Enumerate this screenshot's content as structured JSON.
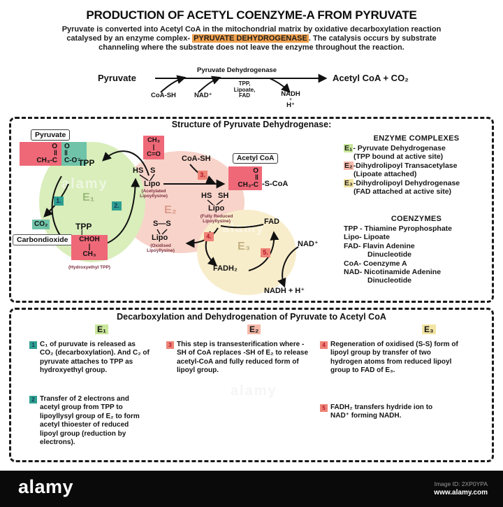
{
  "header": {
    "title": "PRODUCTION OF ACETYL COENZYME-A FROM PYRUVATE",
    "line1": "Pyruvate is converted into Acetyl CoA in the mitochondrial matrix by oxidative decarboxylation reaction",
    "line2_pre": "catalysed by an enzyme complex- ",
    "line2_highlight": "PYRUVATE DEHYDROGENASE",
    "line2_post": ". The catalysis occurs by substrate",
    "line3": "channeling where the substrate does not leave the enzyme throughout the reaction.",
    "highlight_color": "#f0a14e"
  },
  "reaction": {
    "substrate": "Pyruvate",
    "enzyme": "Pyruvate Dehydrogenase",
    "input1": "CoA-SH",
    "input2": "NAD⁺",
    "cofactor1": "TPP,",
    "cofactor2": "Lipoate,",
    "cofactor3": "FAD",
    "output1": "NADH",
    "output_plus": "+",
    "output2": "H⁺",
    "product": "Acetyl CoA + CO₂"
  },
  "structure": {
    "title": "Structure of Pyruvate Dehydrogenase:",
    "pyruvate_label": "Pyruvate",
    "pyr_o1": "O",
    "pyr_b1": "‖",
    "pyr_g1": "CH₃-C",
    "pyr_o2": "O",
    "pyr_b2": "‖",
    "pyr_g2": "C-O⁻",
    "tpp_top": "TPP",
    "e1": "E₁",
    "e2": "E₂",
    "e3": "E₃",
    "badge1": "1.",
    "badge2": "2.",
    "badge3": "3.",
    "badge4": "4.",
    "badge5": "5.",
    "co2": "CO₂",
    "carbondioxide": "Carbondioxide",
    "he_tpp": "TPP",
    "he_bond": "|",
    "he_choh": "CHOH",
    "he_ch3": "CH₃",
    "he_caption": "(Hydroxyethyl TPP)",
    "al_ch3": "CH₃",
    "al_bond": "|",
    "al_co": "C=O",
    "al_hs": "HS",
    "al_s": "S",
    "al_lipo": "Lipo",
    "al_cap1": "(Acetylated",
    "al_cap2": "Lipoyllysine)",
    "coash": "CoA-SH",
    "acetylcoa_label": "Acetyl CoA",
    "ac_o": "O",
    "ac_bond": "‖",
    "ac_g": "CH₃-C",
    "ac_tail": "-S-CoA",
    "rl_hs": "HS",
    "rl_sh": "SH",
    "rl_lipo": "Lipo",
    "rl_cap1": "(Fully Reduced",
    "rl_cap2": "Lipoyllysine)",
    "ol_ss": "S—S",
    "ol_lipo": "Lipo",
    "ol_cap1": "(Oxidised",
    "ol_cap2": "Lipoyllysine)",
    "fad": "FAD",
    "fadh2": "FADH₂",
    "nad": "NAD⁺",
    "nadh": "NADH + H⁺"
  },
  "enzyme_legend": {
    "title": "ENZYME COMPLEXES",
    "items": [
      {
        "e": "E₁",
        "name": "- Pyruvate Dehydrogenase",
        "sub": "(TPP bound at active site)",
        "color": "#c9e79b"
      },
      {
        "e": "E₂",
        "name": "-Dihydrolipoyl Transacetylase",
        "sub": "(Lipoate attached)",
        "color": "#f6b9a9"
      },
      {
        "e": "E₃",
        "name": "-Dihydrolipoyl Dehydrogenase",
        "sub": "(FAD attached at active site)",
        "color": "#f3e4a4"
      }
    ]
  },
  "coenzyme_legend": {
    "title": "COENZYMES",
    "items": [
      {
        "l1": "TPP - Thiamine Pyrophosphate"
      },
      {
        "l1": "Lipo- Lipoate"
      },
      {
        "l1": "FAD- Flavin Adenine",
        "l2": "Dinucleotide"
      },
      {
        "l1": "CoA- Coenzyme A"
      },
      {
        "l1": "NAD- Nicotinamide Adenine",
        "l2": "Dinucleotide"
      }
    ]
  },
  "bottom": {
    "title": "Decarboxylation and Dehydrogenation of Pyruvate to Acetyl CoA",
    "col1": "E₁",
    "col2": "E₂",
    "col3": "E₃",
    "steps": [
      {
        "n": "1",
        "text": "C₁ of puruvate is released as CO₂ (decarboxylation). And C₂ of pyruvate attaches to TPP as hydroxyethyl group."
      },
      {
        "n": "2",
        "text": "Transfer of 2 electrons and acetyl group from TPP to lipoyllysyl group of E₂ to form acetyl thioester of reduced lipoyl group (reduction by electrons)."
      },
      {
        "n": "3",
        "text": "This step is transesterification where -SH of CoA replaces -SH of E₂ to release acetyl-CoA and fully reduced form of lipoyl group."
      },
      {
        "n": "4",
        "text": "Regeneration of oxidised (S-S) form of lipoyl group by transfer of two hydrogen atoms from reduced lipoyl group to FAD of E₃."
      },
      {
        "n": "5",
        "text": "FADH₂ transfers hydride ion to NAD⁺ forming NADH."
      }
    ]
  },
  "footer": {
    "logo": "alamy",
    "image_id": "Image ID: 2XP0YPA",
    "url": "www.alamy.com"
  },
  "watermark": "alamy",
  "colors": {
    "highlight": "#f0a14e",
    "pink_box": "#ef6878",
    "teal_box": "#6fc3a9",
    "badge_teal": "#2e9f90",
    "badge_teal_text": "#123a5c",
    "badge_red": "#ee8376",
    "badge_red_text": "#b5172a",
    "e1_fill": "#d9eebb",
    "e2_fill": "#f8d3c9",
    "e3_fill": "#f8edcb"
  }
}
